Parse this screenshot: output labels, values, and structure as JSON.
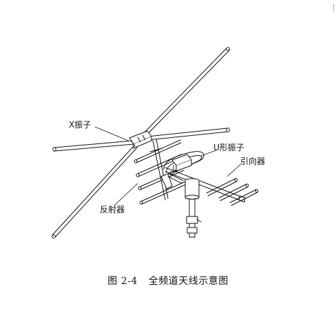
{
  "labels": {
    "x_dipole": "X振子",
    "u_dipole": "U形振子",
    "director": "引向器",
    "reflector": "反射器"
  },
  "caption": {
    "number": "图 2-4",
    "title": "全频道天线示意图"
  },
  "colors": {
    "ink": "#111111",
    "background": "#ffffff"
  }
}
